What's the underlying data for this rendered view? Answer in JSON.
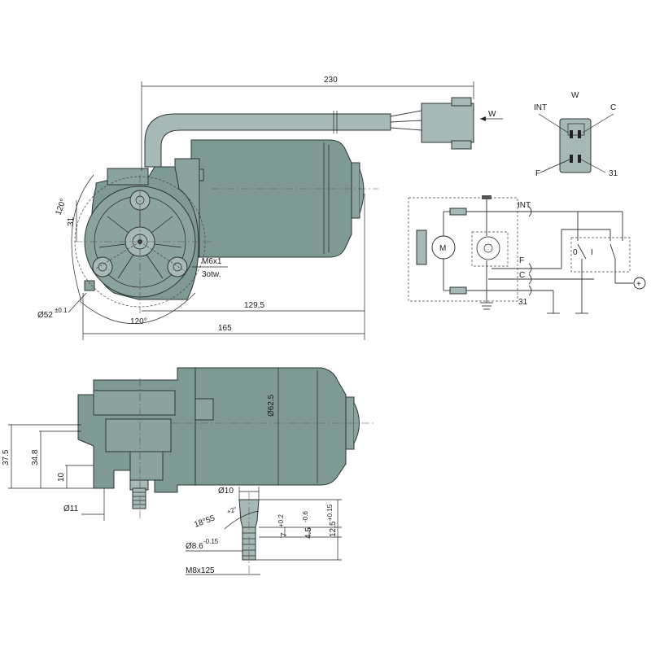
{
  "dimensions": {
    "top_length": "230",
    "angle_top": "120°",
    "height_31": "31",
    "mount_thread": "M6x1",
    "holes": "3otw.",
    "diameter": "Ø52",
    "diameter_tol": "±0.1",
    "angle_bottom": "120°",
    "length_129": "129,5",
    "length_165": "165",
    "h_37": "37.5",
    "h_34": "34.8",
    "h_10": "10",
    "shaft_d11": "Ø11",
    "motor_d": "Ø62.5",
    "d10": "Ø10",
    "taper_angle": "18°55",
    "taper_angle_tol": "+2°",
    "d86": "Ø8.6",
    "d86_tol": "-0.15",
    "thread": "M8x125",
    "len_7": "7",
    "len_7_tol": "+0.2",
    "len_45": "4.5",
    "len_45_tol": "-0.6",
    "len_125": "12.5",
    "len_125_tol": "+0.15"
  },
  "connector": {
    "title": "W",
    "pin_int": "INT",
    "pin_c": "C",
    "pin_f": "F",
    "pin_31": "31",
    "arrow_label": "W"
  },
  "schematic": {
    "motor": "M",
    "int": "INT",
    "f": "F",
    "c": "C",
    "t31": "31",
    "sw0": "0",
    "sw1": "I",
    "plus": "+"
  }
}
